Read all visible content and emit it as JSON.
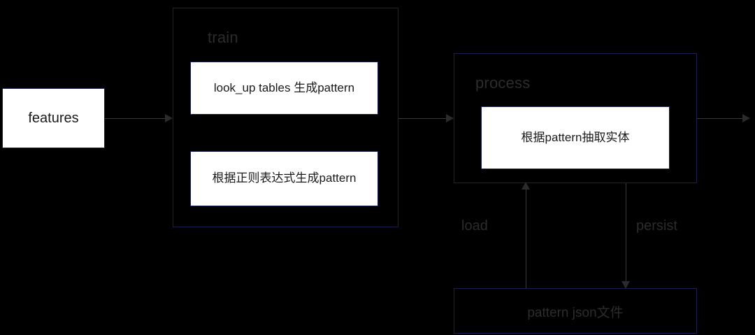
{
  "diagram": {
    "background_color": "#000000",
    "border_color": "#1b1f4b",
    "node_fill": "#ffffff",
    "connector_color": "#3a3a3a",
    "label_color": "#2c2c2c",
    "nodes": {
      "features": {
        "label": "features"
      },
      "train_group": {
        "label": "train"
      },
      "train_step_1": {
        "label": "look_up tables 生成pattern"
      },
      "train_step_2": {
        "label": "根据正则表达式生成pattern"
      },
      "process_group": {
        "label": "process"
      },
      "process_step_1": {
        "label": "根据pattern抽取实体"
      },
      "pattern_file": {
        "label": "pattern json文件"
      }
    },
    "edges": {
      "features_to_train": {
        "label": ""
      },
      "train_to_process": {
        "label": ""
      },
      "process_to_output": {
        "label": ""
      },
      "file_to_process": {
        "label": "load"
      },
      "process_to_file": {
        "label": "persist"
      }
    }
  }
}
